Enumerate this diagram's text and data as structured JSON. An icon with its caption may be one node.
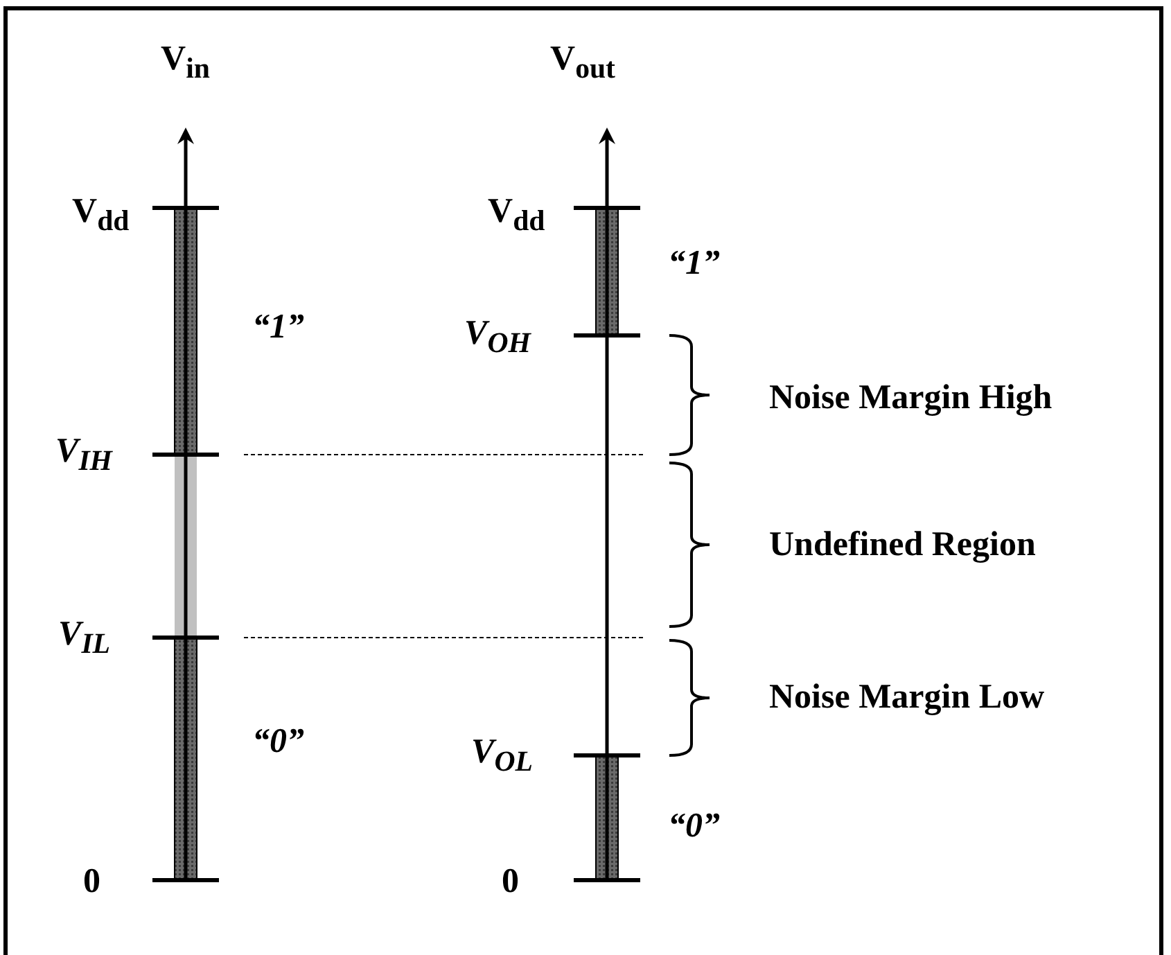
{
  "diagram": {
    "labels": [
      "V$_{in}$",
      "V$_{out}$",
      "V$_{dd}$",
      "V$_{dd}$",
      "“1”",
      "“1”",
      "V$_{OH}$",
      "Noise Margin High",
      "V$_{IH}$",
      "Undefined Region",
      "V$_{IL}$",
      "Noise Margin Low",
      "“0”",
      "V$_{OL}$",
      "“0”",
      "0",
      "0"
    ]
  }
}
